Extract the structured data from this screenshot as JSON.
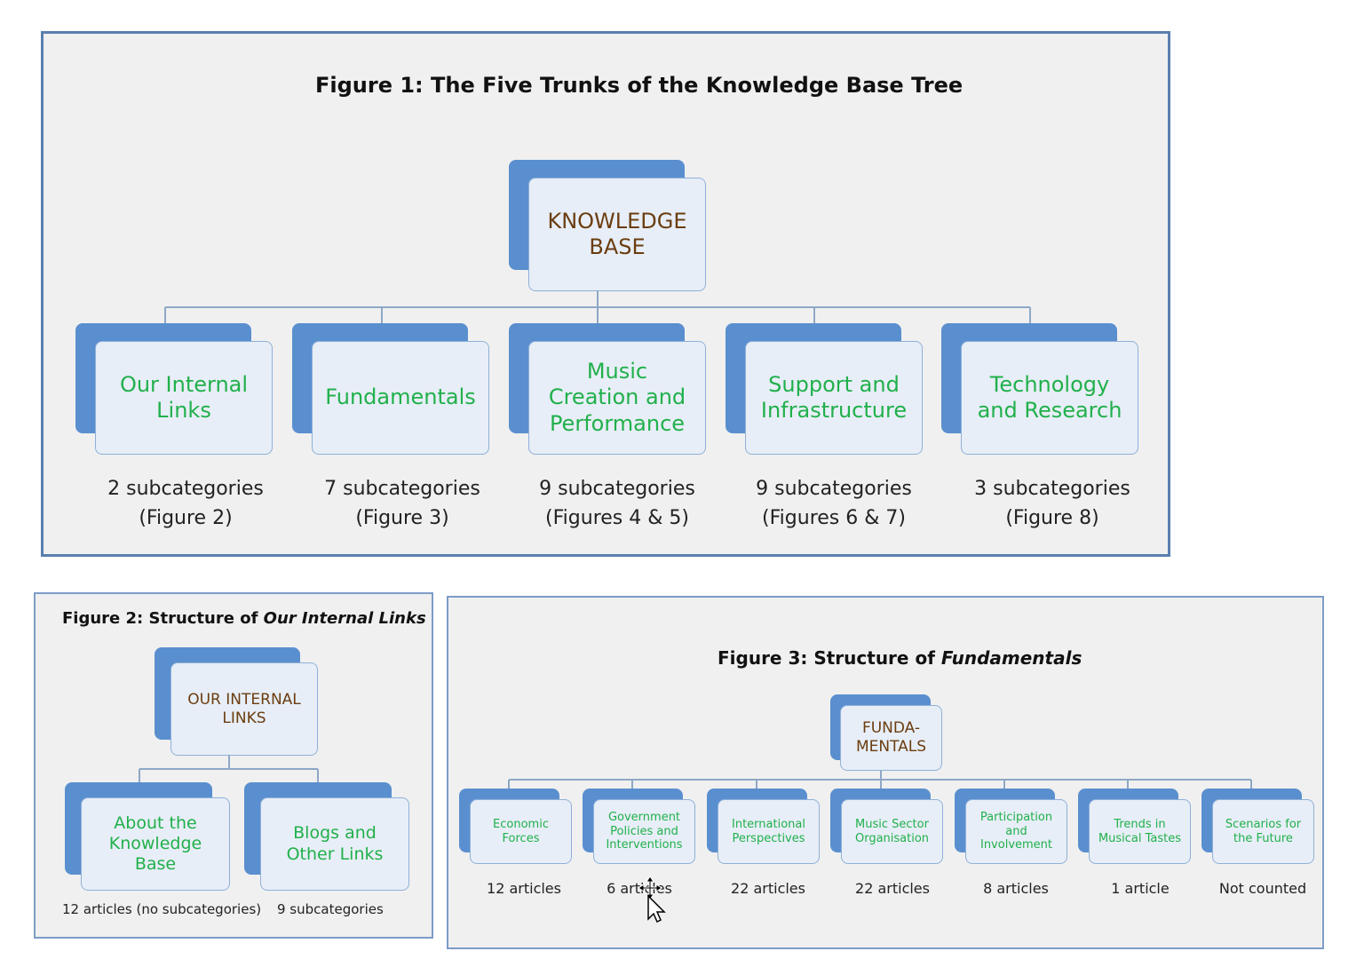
{
  "figure1": {
    "title": "Figure 1: The Five Trunks of the Knowledge Base Tree",
    "root": "KNOWLEDGE\nBASE",
    "trunks": [
      {
        "label": "Our Internal\nLinks",
        "count": "2 subcategories",
        "ref": "(Figure 2)"
      },
      {
        "label": "Fundamentals",
        "count": "7 subcategories",
        "ref": "(Figure 3)"
      },
      {
        "label": "Music\nCreation and\nPerformance",
        "count": "9 subcategories",
        "ref": "(Figures 4 & 5)"
      },
      {
        "label": "Support and\nInfrastructure",
        "count": "9 subcategories",
        "ref": "(Figures 6 & 7)"
      },
      {
        "label": "Technology\nand Research",
        "count": "3 subcategories",
        "ref": "(Figure 8)"
      }
    ]
  },
  "figure2": {
    "title_prefix": "Figure 2: Structure of ",
    "title_italic": "Our Internal Links",
    "root": "OUR INTERNAL\nLINKS",
    "children": [
      {
        "label": "About the\nKnowledge\nBase",
        "note": "12 articles (no subcategories)"
      },
      {
        "label": "Blogs and\nOther Links",
        "note": "9 subcategories"
      }
    ]
  },
  "figure3": {
    "title_prefix": "Figure 3: Structure of ",
    "title_italic": "Fundamentals",
    "root": "FUNDA-\nMENTALS",
    "children": [
      {
        "label": "Economic\nForces",
        "note": "12 articles"
      },
      {
        "label": "Government\nPolicies and\nInterventions",
        "note": "6 articles"
      },
      {
        "label": "International\nPerspectives",
        "note": "22 articles"
      },
      {
        "label": "Music Sector\nOrganisation",
        "note": "22 articles"
      },
      {
        "label": "Participation\nand\nInvolvement",
        "note": "8 articles"
      },
      {
        "label": "Trends in\nMusical Tastes",
        "note": "1 article"
      },
      {
        "label": "Scenarios for\nthe Future",
        "note": "Not counted"
      }
    ]
  },
  "colors": {
    "panel_border": "#5b7fb0",
    "node_back": "#5a8fcf",
    "node_front": "#e7eef7",
    "child_text": "#21b04b",
    "root_text": "#6b3d10"
  }
}
